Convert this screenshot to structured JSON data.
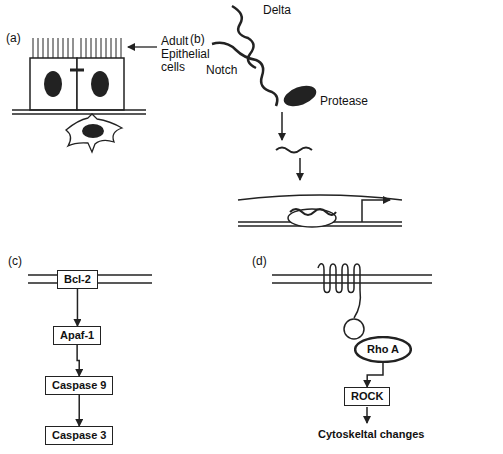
{
  "diagram": {
    "nodes": [
      {
        "text": [
          "Bcl-2"
        ]
      },
      {
        "text": [
          "Apaf-1"
        ]
      },
      {
        "text": [
          "Caspase 9"
        ]
      },
      {
        "text": [
          "Caspase 3"
        ]
      },
      {
        "text": [
          "Rho A"
        ]
      },
      {
        "text": [
          "ROCK"
        ]
      }
    ],
    "edges": [
      {
        "from": 0,
        "to": 1,
        "arrow": "to"
      },
      {
        "from": 1,
        "to": 2,
        "arrow": "to"
      },
      {
        "from": 2,
        "to": 3,
        "arrow": "to"
      },
      {
        "from": 4,
        "to": 5,
        "arrow": "to"
      }
    ],
    "labels": [
      "(a)",
      "Adult Epithelial cells",
      "(b)",
      "Delta",
      "Notch",
      "Protease",
      "(c)",
      "(d)",
      "Cytoskeltal changes"
    ]
  }
}
